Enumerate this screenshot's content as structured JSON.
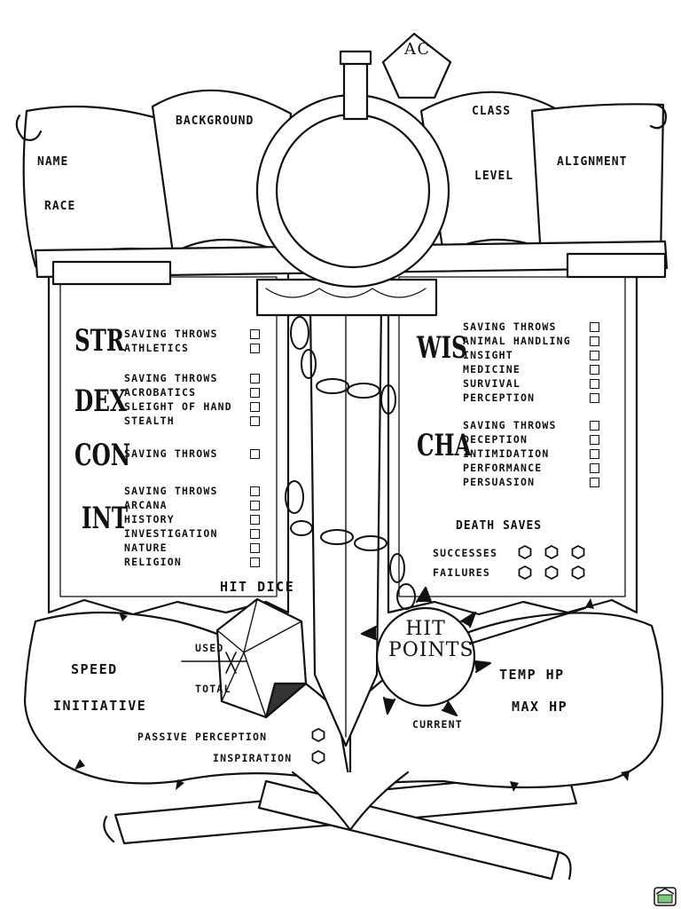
{
  "ac": "AC",
  "header": {
    "background": "BACKGROUND",
    "name": "NAME",
    "race": "RACE",
    "class": "CLASS",
    "level": "LEVEL",
    "alignment": "ALIGNMENT"
  },
  "abilities": {
    "str": {
      "label": "STR",
      "skills": [
        "SAVING THROWS",
        "ATHLETICS"
      ]
    },
    "dex": {
      "label": "DEX",
      "skills": [
        "SAVING THROWS",
        "ACROBATICS",
        "SLEIGHT OF HAND",
        "STEALTH"
      ]
    },
    "con": {
      "label": "CON",
      "skills": [
        "SAVING THROWS"
      ]
    },
    "int": {
      "label": "INT",
      "skills": [
        "SAVING THROWS",
        "ARCANA",
        "HISTORY",
        "INVESTIGATION",
        "NATURE",
        "RELIGION"
      ]
    },
    "wis": {
      "label": "WIS",
      "skills": [
        "SAVING THROWS",
        "ANIMAL HANDLING",
        "INSIGHT",
        "MEDICINE",
        "SURVIVAL",
        "PERCEPTION"
      ]
    },
    "cha": {
      "label": "CHA",
      "skills": [
        "SAVING THROWS",
        "DECEPTION",
        "INTIMIDATION",
        "PERFORMANCE",
        "PERSUASION"
      ]
    }
  },
  "death_saves": {
    "title": "DEATH SAVES",
    "successes": "SUCCESSES",
    "failures": "FAILURES"
  },
  "hit_dice": {
    "title": "HIT DICE",
    "used": "USED",
    "total": "TOTAL"
  },
  "hit_points": {
    "line1": "HIT",
    "line2": "POINTS",
    "current": "CURRENT",
    "temp": "TEMP HP",
    "max": "MAX HP"
  },
  "speed": "SPEED",
  "initiative": "INITIATIVE",
  "passive_perception": "PASSIVE PERCEPTION",
  "inspiration": "INSPIRATION"
}
